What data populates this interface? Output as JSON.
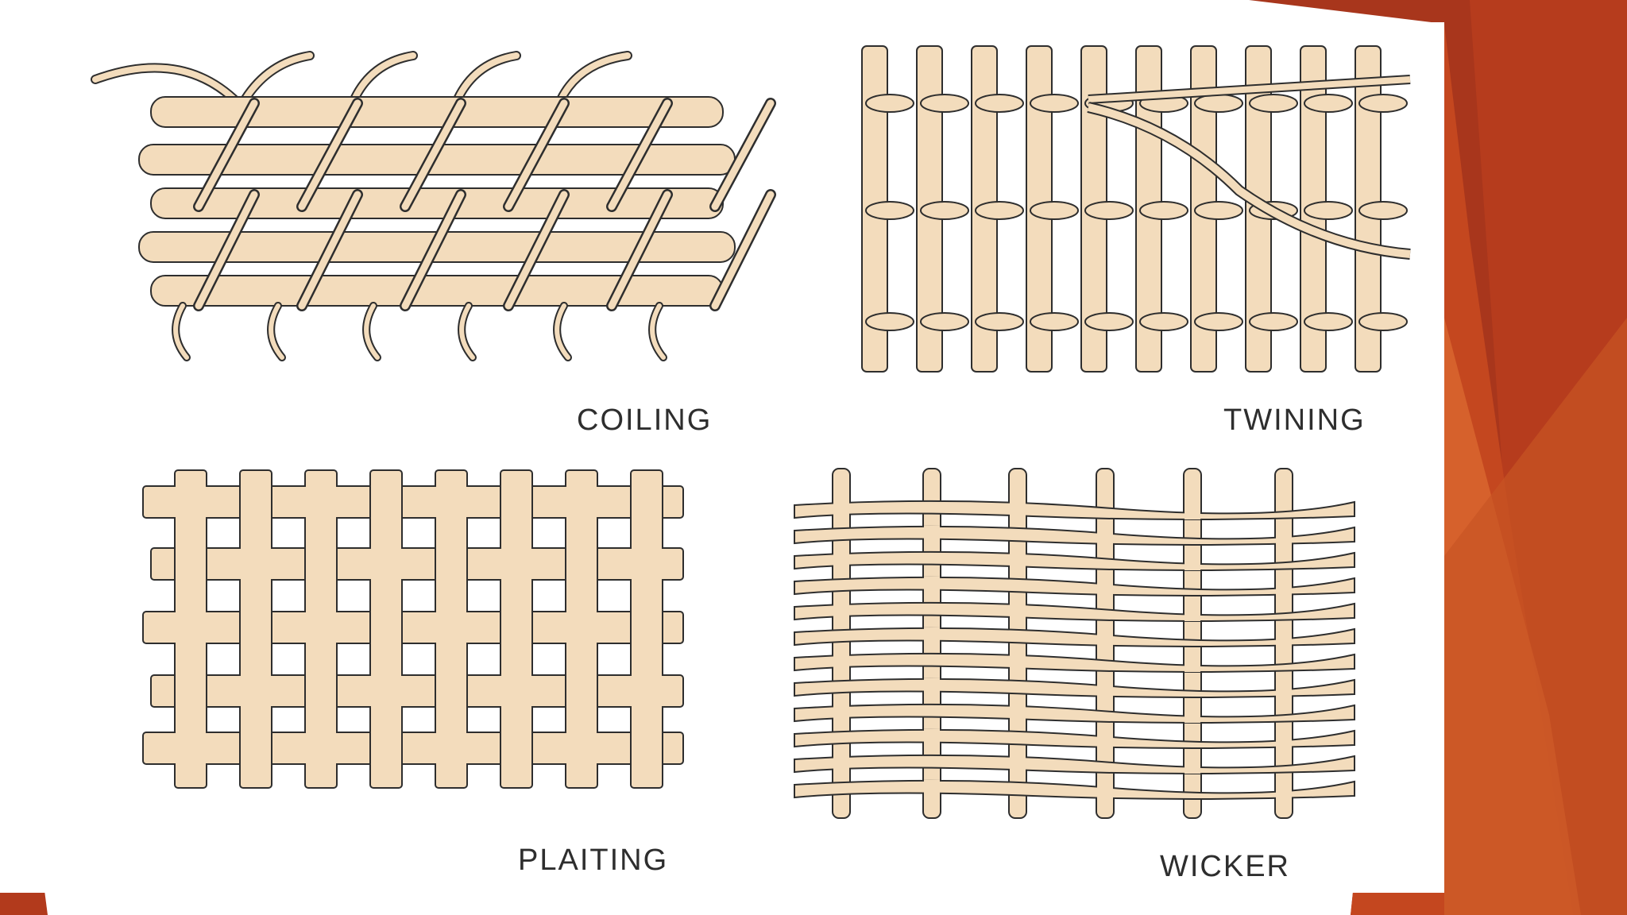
{
  "slide": {
    "colors": {
      "background": "#ffffff",
      "accent_dark": "#a8361c",
      "accent_mid": "#c4471f",
      "accent_light": "#d9662f",
      "fiber": "#f3dcbc",
      "ink": "#2e2e2e"
    }
  },
  "figure": {
    "panels": [
      {
        "id": "coiling",
        "label": "COILING"
      },
      {
        "id": "twining",
        "label": "TWINING"
      },
      {
        "id": "plaiting",
        "label": "PLAITING"
      },
      {
        "id": "wicker",
        "label": "WICKER"
      }
    ]
  }
}
